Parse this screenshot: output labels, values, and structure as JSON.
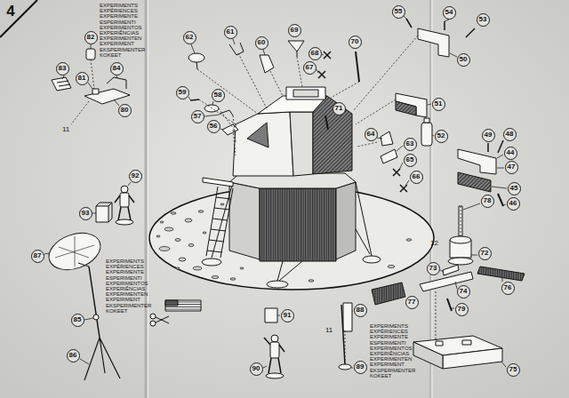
{
  "diagram": {
    "nodes": [
      {
        "text": [
          "4"
        ]
      },
      {
        "text": [
          "82"
        ]
      },
      {
        "text": [
          "55"
        ]
      },
      {
        "text": [
          "54"
        ]
      },
      {
        "text": [
          "53"
        ]
      },
      {
        "text": [
          "69"
        ]
      },
      {
        "text": [
          "61"
        ]
      },
      {
        "text": [
          "62"
        ]
      },
      {
        "text": [
          "70"
        ]
      },
      {
        "text": [
          "60"
        ]
      },
      {
        "text": [
          "50"
        ]
      },
      {
        "text": [
          "68"
        ]
      },
      {
        "text": [
          "67"
        ]
      },
      {
        "text": [
          "83"
        ]
      },
      {
        "text": [
          "84"
        ]
      },
      {
        "text": [
          "81"
        ]
      },
      {
        "text": [
          "59"
        ]
      },
      {
        "text": [
          "58"
        ]
      },
      {
        "text": [
          "51"
        ]
      },
      {
        "text": [
          "71"
        ]
      },
      {
        "text": [
          "80"
        ]
      },
      {
        "text": [
          "57"
        ]
      },
      {
        "text": [
          "56"
        ]
      },
      {
        "text": [
          "64"
        ]
      },
      {
        "text": [
          "49"
        ]
      },
      {
        "text": [
          "48"
        ]
      },
      {
        "text": [
          "52"
        ]
      },
      {
        "text": [
          "63"
        ]
      },
      {
        "text": [
          "44"
        ]
      },
      {
        "text": [
          "65"
        ]
      },
      {
        "text": [
          "47"
        ]
      },
      {
        "text": [
          "92"
        ]
      },
      {
        "text": [
          "66"
        ]
      },
      {
        "text": [
          "45"
        ]
      },
      {
        "text": [
          "78"
        ]
      },
      {
        "text": [
          "46"
        ]
      },
      {
        "text": [
          "93"
        ]
      },
      {
        "text": [
          "87"
        ]
      },
      {
        "text": [
          "72"
        ]
      },
      {
        "text": [
          "73"
        ]
      },
      {
        "text": [
          "74"
        ]
      },
      {
        "text": [
          "76"
        ]
      },
      {
        "text": [
          "77"
        ]
      },
      {
        "text": [
          "79"
        ]
      },
      {
        "text": [
          "88"
        ]
      },
      {
        "text": [
          "91"
        ]
      },
      {
        "text": [
          "85"
        ]
      },
      {
        "text": [
          "86"
        ]
      },
      {
        "text": [
          "89"
        ]
      },
      {
        "text": [
          "90"
        ]
      },
      {
        "text": [
          "75"
        ]
      }
    ],
    "labels": [
      "EXPERIMENTS EXPÉRIENCES EXPERIMENTE ESPERIMENTI EXPERIMENTOS EXPERIÊNCIAS EXPERIMENTEN EXPERIMENT EKSPERIMENTER KOKEET",
      "11",
      "12",
      "EXPERIMENTS EXPÉRIENCES EXPERIMENTE ESPERIMENTI EXPERIMENTOS EXPERIÊNCIAS EXPERIMENTEN EXPERIMENT EKSPERIMENTER KOKEET",
      "EXPERIMENTS EXPÉRIENCES EXPERIMENTE ESPERIMENTI EXPERIMENTOS EXPERIÊNCIAS EXPERIMENTEN EXPERIMENT EKSPERIMENTER KOKEET",
      "11"
    ]
  }
}
